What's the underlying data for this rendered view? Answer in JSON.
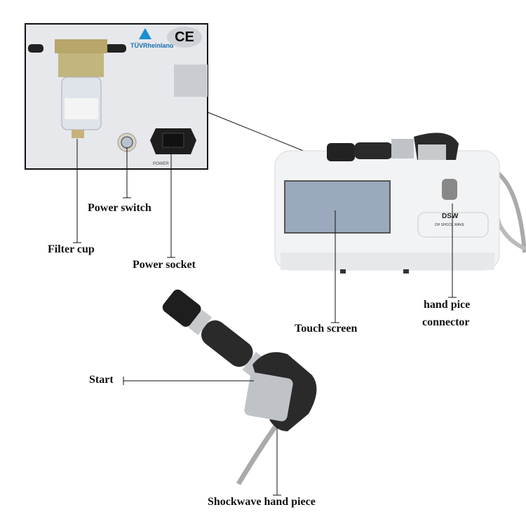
{
  "labels": {
    "power_switch": "Power switch",
    "filter_cup": "Filter cup",
    "power_socket": "Power socket",
    "touch_screen": "Touch screen",
    "hand_piece_connector_line1": "hand pice",
    "hand_piece_connector_line2": "connector",
    "start": "Start",
    "shockwave_hand_piece": "Shockwave hand piece"
  },
  "inset": {
    "certification_mark": "TÜVRheinland",
    "ce_mark": "CE",
    "socket_label": "POWER"
  },
  "device": {
    "brand_logo": "DSW",
    "brand_sub": "DH SHOCK WAVE"
  },
  "colors": {
    "device_body": "#f2f3f5",
    "screen": "#9aa9bd",
    "grip": "#2a2a2a",
    "metal": "#bfc3c7",
    "inset_bg": "#e6e8ec",
    "brass": "#b8a66a"
  }
}
